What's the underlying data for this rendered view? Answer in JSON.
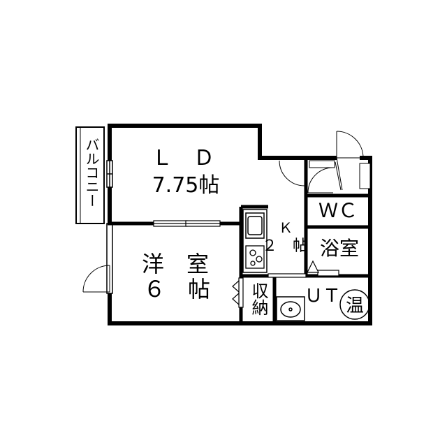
{
  "floorplan": {
    "balcony_label": "バルコニー",
    "ld": {
      "name": "Ｌ　Ｄ",
      "size": "7.75帖"
    },
    "western_room": {
      "name": "洋　室",
      "size": "６　帖"
    },
    "kitchen": {
      "name": "Ｋ",
      "size": "２　帖"
    },
    "wc_label": "ＷＣ",
    "bath_label": "浴室",
    "storage_label": "収納",
    "ut_label": "ＵＴ",
    "water_heater_label": "温"
  }
}
